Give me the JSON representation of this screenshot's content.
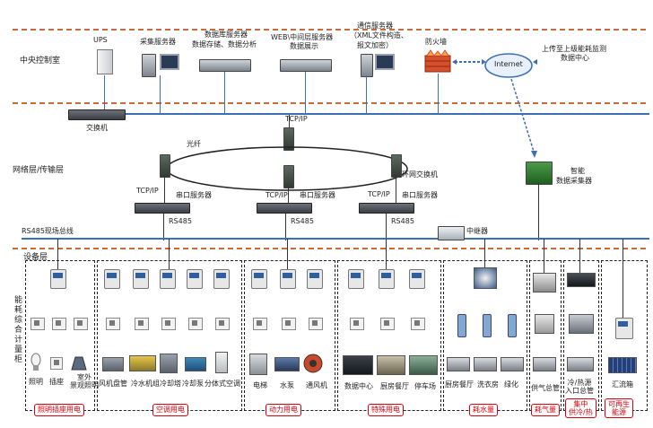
{
  "layers": {
    "central": "中央控制室",
    "network": "网络层/传输层",
    "device": "设备层"
  },
  "top_devices": {
    "ups": "UPS",
    "collect": "采集服务器",
    "db_line1": "数据库服务器",
    "db_line2": "数据存储、数据分析",
    "web_line1": "WEB\\中间层服务器",
    "web_line2": "数据展示",
    "comm_line1": "通信服务器",
    "comm_line2": "（XML文件构造、",
    "comm_line3": "报文加密）",
    "firewall": "防火墙",
    "internet": "Internet",
    "upload_line1": "上传至上级能耗监测",
    "upload_line2": "数据中心",
    "switch": "交换机"
  },
  "network": {
    "tcpip_top": "TCP/IP",
    "fiber": "光纤",
    "ring_switch": "环网交换机",
    "gateway_line1": "智能",
    "gateway_line2": "数据采集器",
    "ports": [
      {
        "tcp": "TCP/IP",
        "server": "串口服务器",
        "rs": "RS485"
      },
      {
        "tcp": "TCP/IP",
        "server": "串口服务器",
        "rs": "RS485"
      },
      {
        "tcp": "TCP/IP",
        "server": "串口服务器",
        "rs": "RS485"
      }
    ],
    "bus": "RS485现场总线",
    "repeater": "中继器"
  },
  "cabinet_label": [
    "能",
    "耗",
    "综",
    "合",
    "计",
    "量",
    "柜"
  ],
  "sections": [
    {
      "label": "照明插座用电",
      "items": [
        "照明",
        "插座",
        "室外\n景观照明"
      ]
    },
    {
      "label": "空调用电",
      "items": [
        "风机盘管",
        "冷水机组",
        "冷却塔",
        "冷却泵",
        "分体式空调"
      ]
    },
    {
      "label": "动力用电",
      "items": [
        "电梯",
        "水泵",
        "通风机"
      ]
    },
    {
      "label": "特殊用电",
      "items": [
        "数据中心",
        "厨房餐厅",
        "停车场"
      ]
    },
    {
      "label": "耗水量",
      "items": [
        "厨房餐厅",
        "洗衣房",
        "绿化"
      ]
    },
    {
      "label": "耗气量",
      "items": [
        "供气总管"
      ]
    },
    {
      "label": "集中\n供冷/热",
      "items": [
        "冷/热源\n入口总管"
      ]
    },
    {
      "label": "可再生\n能源",
      "items": [
        "汇流箱"
      ]
    }
  ]
}
